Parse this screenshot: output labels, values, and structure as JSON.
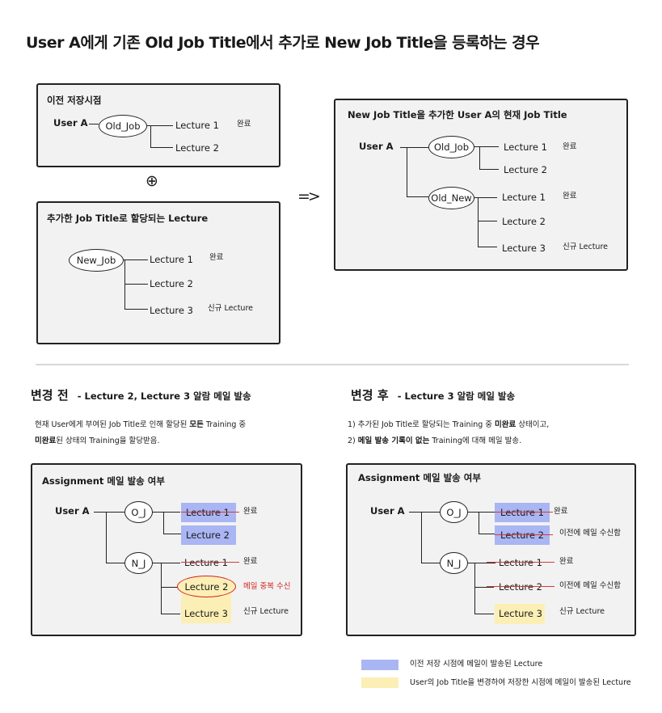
{
  "page_title": "User A에게 기존 Old Job Title에서 추가로 New Job Title을 등록하는 경우",
  "panel_prev": {
    "title": "이전 저장시점",
    "user": "User A",
    "job": "Old_Job",
    "lectures": [
      "Lecture 1",
      "Lecture 2"
    ],
    "status": [
      "완료"
    ]
  },
  "plus_symbol": "⊕",
  "arrow_symbol": "=>",
  "panel_added": {
    "title": "추가한 Job Title로 할당되는 Lecture",
    "job": "New_Job",
    "lectures": [
      "Lecture 1",
      "Lecture 2",
      "Lecture 3"
    ],
    "status": [
      "완료",
      "",
      "신규 Lecture"
    ]
  },
  "panel_current": {
    "title": "New Job Title을 추가한 User A의 현재 Job Title",
    "user": "User A",
    "jobs": [
      "Old_Job",
      "Old_New"
    ],
    "old_lectures": [
      "Lecture 1",
      "Lecture 2"
    ],
    "old_status": [
      "완료"
    ],
    "new_lectures": [
      "Lecture 1",
      "Lecture 2",
      "Lecture 3"
    ],
    "new_status": [
      "완료",
      "",
      "신규 Lecture"
    ]
  },
  "before": {
    "heading": "변경 전",
    "subheading": "- Lecture 2, Lecture 3 알람 메일 발송",
    "desc_line1_pre": "현재 User에게 부여된  Job Title로 인해 할당된 ",
    "desc_line1_bold": "모든",
    "desc_line1_post": " Training 중",
    "desc_line2_bold": "미완료",
    "desc_line2_post": "된 상태의 Training을 할당받음.",
    "panel_title": "Assignment 메일 발송 여부",
    "user": "User A",
    "jobs": [
      "O_J",
      "N_J"
    ],
    "oj_lectures": [
      "Lecture 1",
      "Lecture 2"
    ],
    "oj_status": [
      "완료"
    ],
    "nj_lectures": [
      "Lecture 1",
      "Lecture 2",
      "Lecture 3"
    ],
    "nj_status": [
      "완료",
      "메일 중복 수신",
      "신규 Lecture"
    ]
  },
  "after": {
    "heading": "변경 후",
    "subheading": "- Lecture 3 알람 메일 발송",
    "desc_line1_pre": "1) 추가된  Job Title로 할당되는 Training 중 ",
    "desc_line1_bold": "미완료",
    "desc_line1_post": " 상태이고,",
    "desc_line2_pre": "2) ",
    "desc_line2_bold": "메일 발송 기록이 없는",
    "desc_line2_post": " Training에 대해 메일 발송.",
    "panel_title": "Assignment 메일 발송 여부",
    "user": "User A",
    "jobs": [
      "O_J",
      "N_J"
    ],
    "oj_lectures": [
      "Lecture 1",
      "Lecture 2"
    ],
    "oj_status": [
      "완료",
      "이전에 메일 수신함"
    ],
    "nj_lectures": [
      "Lecture 1",
      "Lecture 2",
      "Lecture 3"
    ],
    "nj_status": [
      "완료",
      "이전에 메일 수신함",
      "신규 Lecture"
    ]
  },
  "legend": [
    {
      "label": "이전 저장 시점에 메일이 발송된 Lecture",
      "color": "#aab5f3"
    },
    {
      "label": "User의 Job Title을 변경하여 저장한 시점에 메일이 발송된 Lecture",
      "color": "#fcefb5"
    }
  ],
  "colors": {
    "blue_highlight": "#aab5f3",
    "yellow_highlight": "#fcefb5",
    "strike": "#d23b3b",
    "warning": "#d42020"
  }
}
